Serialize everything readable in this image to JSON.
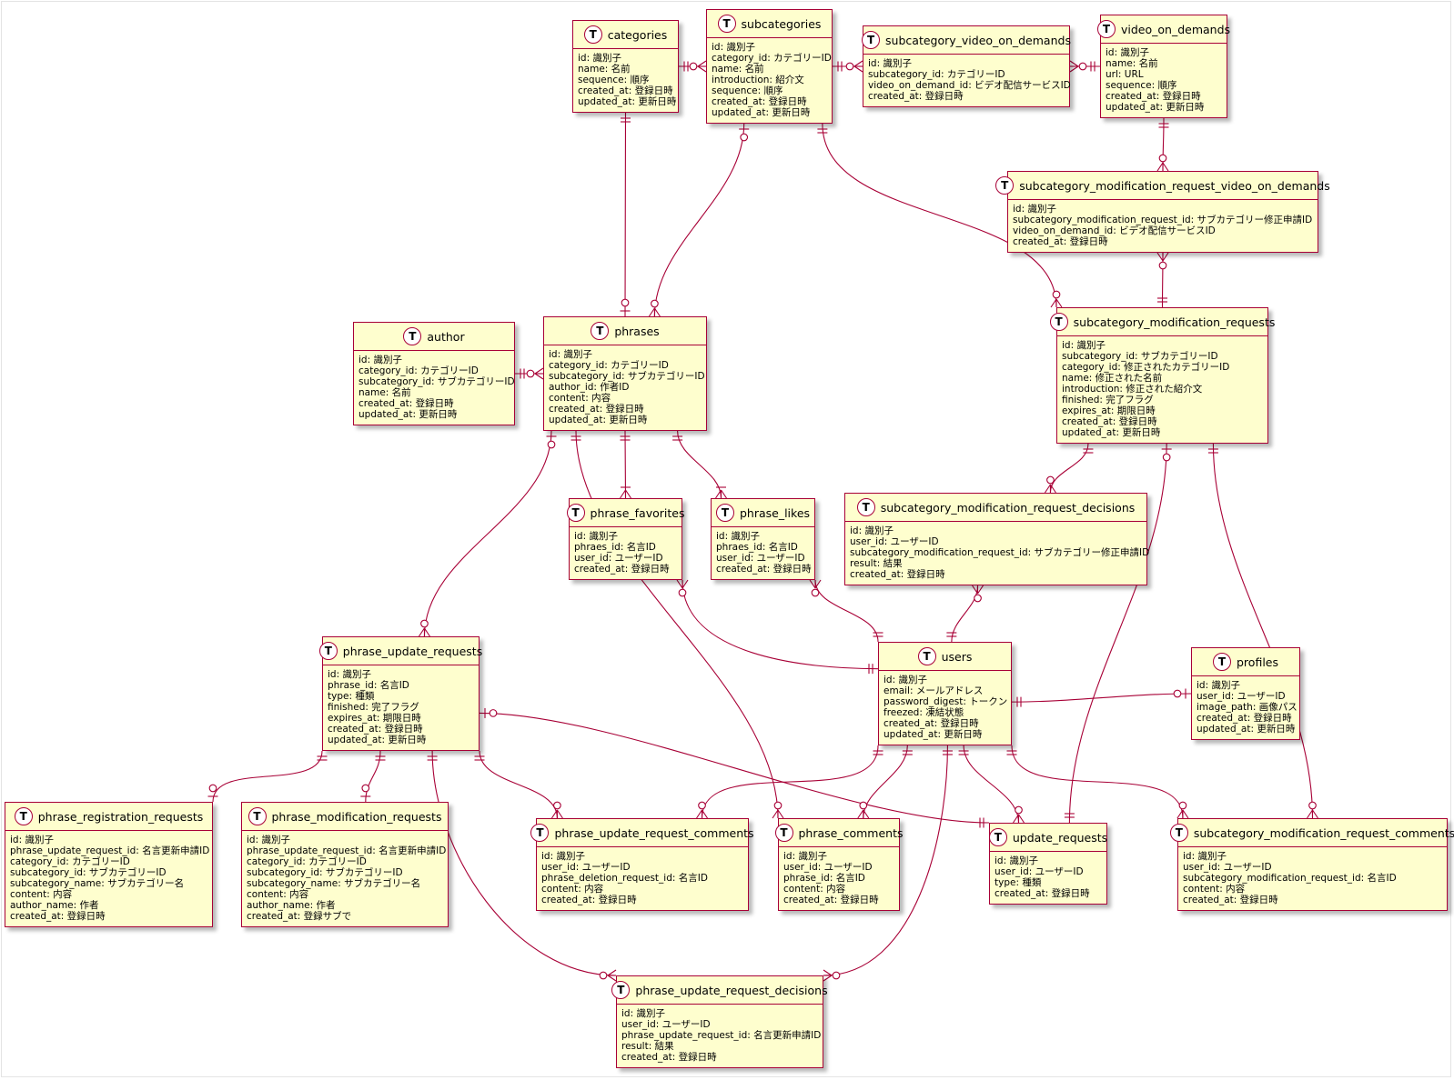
{
  "colors": {
    "entity_fill": "#fefece",
    "entity_border": "#a80036",
    "line": "#a80036"
  },
  "badge_icon": "table-icon",
  "badge_letter": "T",
  "entities": [
    {
      "id": "categories",
      "name": "categories",
      "fields": [
        "id: 識別子",
        "name: 名前",
        "sequence: 順序",
        "created_at: 登録日時",
        "updated_at: 更新日時"
      ]
    },
    {
      "id": "subcategories",
      "name": "subcategories",
      "fields": [
        "id: 識別子",
        "category_id: カテゴリーID",
        "name: 名前",
        "introduction: 紹介文",
        "sequence: 順序",
        "created_at: 登録日時",
        "updated_at: 更新日時"
      ]
    },
    {
      "id": "subcategory_video_on_demands",
      "name": "subcategory_video_on_demands",
      "fields": [
        "id: 識別子",
        "subcategory_id: カテゴリーID",
        "video_on_demand_id: ビデオ配信サービスID",
        "created_at: 登録日時"
      ]
    },
    {
      "id": "video_on_demands",
      "name": "video_on_demands",
      "fields": [
        "id: 識別子",
        "name: 名前",
        "url: URL",
        "sequence: 順序",
        "created_at: 登録日時",
        "updated_at: 更新日時"
      ]
    },
    {
      "id": "subcategory_modification_request_video_on_demands",
      "name": "subcategory_modification_request_video_on_demands",
      "fields": [
        "id: 識別子",
        "subcategory_modification_request_id: サブカテゴリー修正申請ID",
        "video_on_demand_id: ビデオ配信サービスID",
        "created_at: 登録日時"
      ]
    },
    {
      "id": "author",
      "name": "author",
      "fields": [
        "id: 識別子",
        "category_id: カテゴリーID",
        "subcategory_id: サブカテゴリーID",
        "name: 名前",
        "created_at: 登録日時",
        "updated_at: 更新日時"
      ]
    },
    {
      "id": "phrases",
      "name": "phrases",
      "fields": [
        "id: 識別子",
        "category_id: カテゴリーID",
        "subcategory_id: サブカテゴリーID",
        "author_id: 作者ID",
        "content: 内容",
        "created_at: 登録日時",
        "updated_at: 更新日時"
      ]
    },
    {
      "id": "subcategory_modification_requests",
      "name": "subcategory_modification_requests",
      "fields": [
        "id: 識別子",
        "subcategory_id: サブカテゴリーID",
        "category_id: 修正されたカテゴリーID",
        "name: 修正された名前",
        "introduction: 修正された紹介文",
        "finished: 完了フラグ",
        "expires_at: 期限日時",
        "created_at: 登録日時",
        "updated_at: 更新日時"
      ]
    },
    {
      "id": "phrase_favorites",
      "name": "phrase_favorites",
      "fields": [
        "id: 識別子",
        "phraes_id: 名言ID",
        "user_id: ユーザーID",
        "created_at: 登録日時"
      ]
    },
    {
      "id": "phrase_likes",
      "name": "phrase_likes",
      "fields": [
        "id: 識別子",
        "phraes_id: 名言ID",
        "user_id: ユーザーID",
        "created_at: 登録日時"
      ]
    },
    {
      "id": "subcategory_modification_request_decisions",
      "name": "subcategory_modification_request_decisions",
      "fields": [
        "id: 識別子",
        "user_id: ユーザーID",
        "subcategory_modification_request_id: サブカテゴリー修正申請ID",
        "result: 結果",
        "created_at: 登録日時"
      ]
    },
    {
      "id": "phrase_update_requests",
      "name": "phrase_update_requests",
      "fields": [
        "id: 識別子",
        "phrase_id: 名言ID",
        "type: 種類",
        "finished: 完了フラグ",
        "expires_at: 期限日時",
        "created_at: 登録日時",
        "updated_at: 更新日時"
      ]
    },
    {
      "id": "users",
      "name": "users",
      "fields": [
        "id: 識別子",
        "email: メールアドレス",
        "password_digest: トークン",
        "freezed: 凍結状態",
        "created_at: 登録日時",
        "updated_at: 更新日時"
      ]
    },
    {
      "id": "profiles",
      "name": "profiles",
      "fields": [
        "id: 識別子",
        "user_id: ユーザーID",
        "image_path: 画像パス",
        "created_at: 登録日時",
        "updated_at: 更新日時"
      ]
    },
    {
      "id": "phrase_registration_requests",
      "name": "phrase_registration_requests",
      "fields": [
        "id: 識別子",
        "phrase_update_request_id: 名言更新申請ID",
        "category_id: カテゴリーID",
        "subcategory_id: サブカテゴリーID",
        "subcategory_name: サブカテゴリー名",
        "content: 内容",
        "author_name: 作者",
        "created_at: 登録日時"
      ]
    },
    {
      "id": "phrase_modification_requests",
      "name": "phrase_modification_requests",
      "fields": [
        "id: 識別子",
        "phrase_update_request_id: 名言更新申請ID",
        "category_id: カテゴリーID",
        "subcategory_id: サブカテゴリーID",
        "subcategory_name: サブカテゴリー名",
        "content: 内容",
        "author_name: 作者",
        "created_at: 登録サブで"
      ]
    },
    {
      "id": "phrase_update_request_comments",
      "name": "phrase_update_request_comments",
      "fields": [
        "id: 識別子",
        "user_id: ユーザーID",
        "phrase_deletion_request_id: 名言ID",
        "content: 内容",
        "created_at: 登録日時"
      ]
    },
    {
      "id": "phrase_comments",
      "name": "phrase_comments",
      "fields": [
        "id: 識別子",
        "user_id: ユーザーID",
        "phrase_id: 名言ID",
        "content: 内容",
        "created_at: 登録日時"
      ]
    },
    {
      "id": "update_requests",
      "name": "update_requests",
      "fields": [
        "id: 識別子",
        "user_id: ユーザーID",
        "type: 種類",
        "created_at: 登録日時"
      ]
    },
    {
      "id": "subcategory_modification_request_comments",
      "name": "subcategory_modification_request_comments",
      "fields": [
        "id: 識別子",
        "user_id: ユーザーID",
        "subcategory_modification_request_id: 名言ID",
        "content: 内容",
        "created_at: 登録日時"
      ]
    },
    {
      "id": "phrase_update_request_decisions",
      "name": "phrase_update_request_decisions",
      "fields": [
        "id: 識別子",
        "user_id: ユーザーID",
        "phrase_update_request_id: 名言更新申請ID",
        "result: 結果",
        "created_at: 登録日時"
      ]
    }
  ],
  "relations": [
    {
      "from": "categories",
      "to": "subcategories",
      "from_card": "one",
      "to_card": "zero-many"
    },
    {
      "from": "subcategories",
      "to": "subcategory_video_on_demands",
      "from_card": "one",
      "to_card": "zero-many"
    },
    {
      "from": "subcategory_video_on_demands",
      "to": "video_on_demands",
      "from_card": "zero-many",
      "to_card": "one"
    },
    {
      "from": "categories",
      "to": "phrases",
      "from_card": "one",
      "to_card": "zero-one"
    },
    {
      "from": "subcategories",
      "to": "phrases",
      "from_card": "zero-one",
      "to_card": "zero-many"
    },
    {
      "from": "subcategories",
      "to": "subcategory_modification_requests",
      "from_card": "one",
      "to_card": "zero-many"
    },
    {
      "from": "video_on_demands",
      "to": "subcategory_modification_request_video_on_demands",
      "from_card": "one",
      "to_card": "zero-many"
    },
    {
      "from": "subcategory_modification_request_video_on_demands",
      "to": "subcategory_modification_requests",
      "from_card": "zero-many",
      "to_card": "one"
    },
    {
      "from": "author",
      "to": "phrases",
      "from_card": "one",
      "to_card": "zero-many"
    },
    {
      "from": "phrases",
      "to": "phrase_favorites",
      "from_card": "one",
      "to_card": "one-many"
    },
    {
      "from": "phrases",
      "to": "phrase_likes",
      "from_card": "one",
      "to_card": "one-many"
    },
    {
      "from": "phrases",
      "to": "phrase_update_requests",
      "from_card": "zero-one",
      "to_card": "zero-many"
    },
    {
      "from": "phrases",
      "to": "phrase_comments",
      "from_card": "one",
      "to_card": "zero-many"
    },
    {
      "from": "subcategory_modification_requests",
      "to": "subcategory_modification_request_decisions",
      "from_card": "one",
      "to_card": "zero-many"
    },
    {
      "from": "subcategory_modification_requests",
      "to": "update_requests",
      "from_card": "zero-one",
      "to_card": "one"
    },
    {
      "from": "subcategory_modification_requests",
      "to": "subcategory_modification_request_comments",
      "from_card": "one",
      "to_card": "zero-many"
    },
    {
      "from": "phrase_favorites",
      "to": "users",
      "from_card": "zero-many",
      "to_card": "one"
    },
    {
      "from": "phrase_likes",
      "to": "users",
      "from_card": "zero-many",
      "to_card": "one"
    },
    {
      "from": "subcategory_modification_request_decisions",
      "to": "users",
      "from_card": "zero-many",
      "to_card": "one"
    },
    {
      "from": "users",
      "to": "profiles",
      "from_card": "one",
      "to_card": "zero-one"
    },
    {
      "from": "phrase_update_requests",
      "to": "phrase_registration_requests",
      "from_card": "one",
      "to_card": "zero-one"
    },
    {
      "from": "phrase_update_requests",
      "to": "phrase_modification_requests",
      "from_card": "one",
      "to_card": "zero-one"
    },
    {
      "from": "phrase_update_requests",
      "to": "phrase_update_request_comments",
      "from_card": "one",
      "to_card": "zero-many"
    },
    {
      "from": "phrase_update_requests",
      "to": "phrase_update_request_decisions",
      "from_card": "one",
      "to_card": "zero-many"
    },
    {
      "from": "phrase_update_requests",
      "to": "update_requests",
      "from_card": "zero-one",
      "to_card": "one"
    },
    {
      "from": "users",
      "to": "phrase_update_request_comments",
      "from_card": "one",
      "to_card": "zero-many"
    },
    {
      "from": "users",
      "to": "phrase_comments",
      "from_card": "one",
      "to_card": "zero-many"
    },
    {
      "from": "users",
      "to": "update_requests",
      "from_card": "one",
      "to_card": "zero-many"
    },
    {
      "from": "users",
      "to": "subcategory_modification_request_comments",
      "from_card": "one",
      "to_card": "zero-many"
    },
    {
      "from": "users",
      "to": "phrase_update_request_decisions",
      "from_card": "one",
      "to_card": "zero-many"
    }
  ]
}
